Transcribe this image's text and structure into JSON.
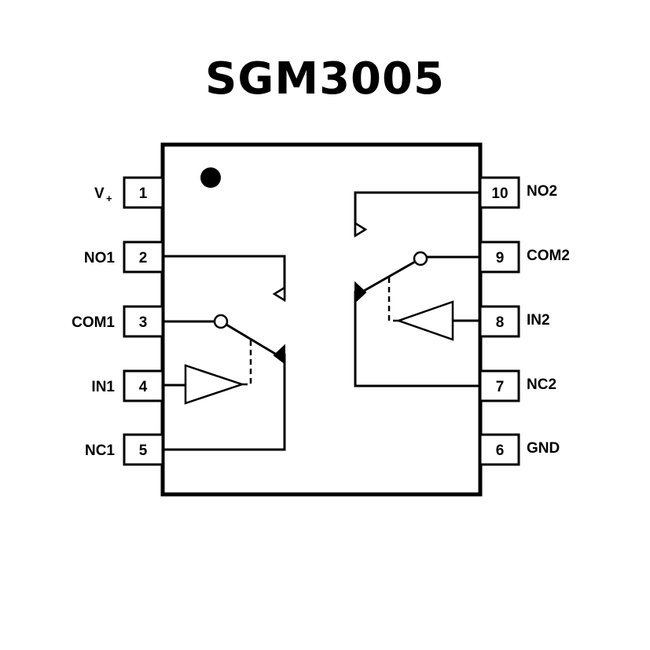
{
  "title": "SGM3005",
  "pins": {
    "p1": {
      "num": "1",
      "name": "V",
      "name_sub": "+"
    },
    "p2": {
      "num": "2",
      "name": "NO1"
    },
    "p3": {
      "num": "3",
      "name": "COM1"
    },
    "p4": {
      "num": "4",
      "name": "IN1"
    },
    "p5": {
      "num": "5",
      "name": "NC1"
    },
    "p6": {
      "num": "6",
      "name": "GND"
    },
    "p7": {
      "num": "7",
      "name": "NC2"
    },
    "p8": {
      "num": "8",
      "name": "IN2"
    },
    "p9": {
      "num": "9",
      "name": "COM2"
    },
    "p10": {
      "num": "10",
      "name": "NO2"
    }
  },
  "colors": {
    "ink": "#000000",
    "background": "#ffffff"
  }
}
